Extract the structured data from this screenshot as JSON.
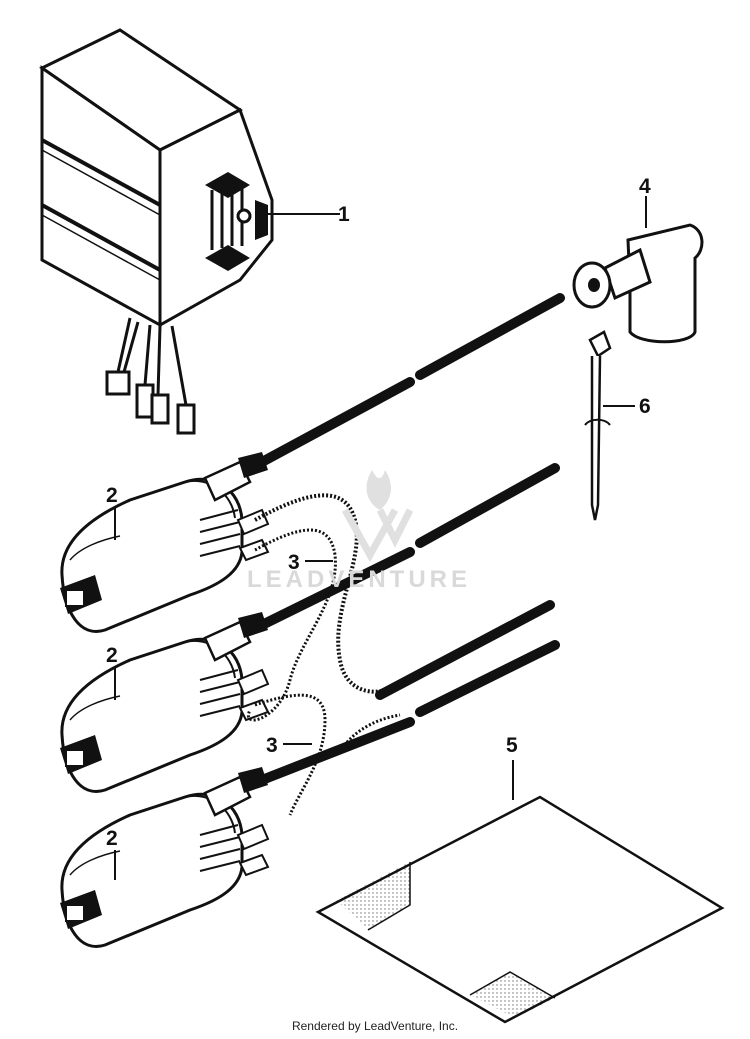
{
  "callouts": {
    "c1": "1",
    "c2a": "2",
    "c2b": "2",
    "c2c": "2",
    "c3a": "3",
    "c3b": "3",
    "c4": "4",
    "c5": "5",
    "c6": "6"
  },
  "watermark": "LEADVENTURE",
  "footer": "Rendered by LeadVenture, Inc.",
  "colors": {
    "ink": "#111111",
    "paper": "#ffffff",
    "watermark": "#d9d9d9"
  }
}
